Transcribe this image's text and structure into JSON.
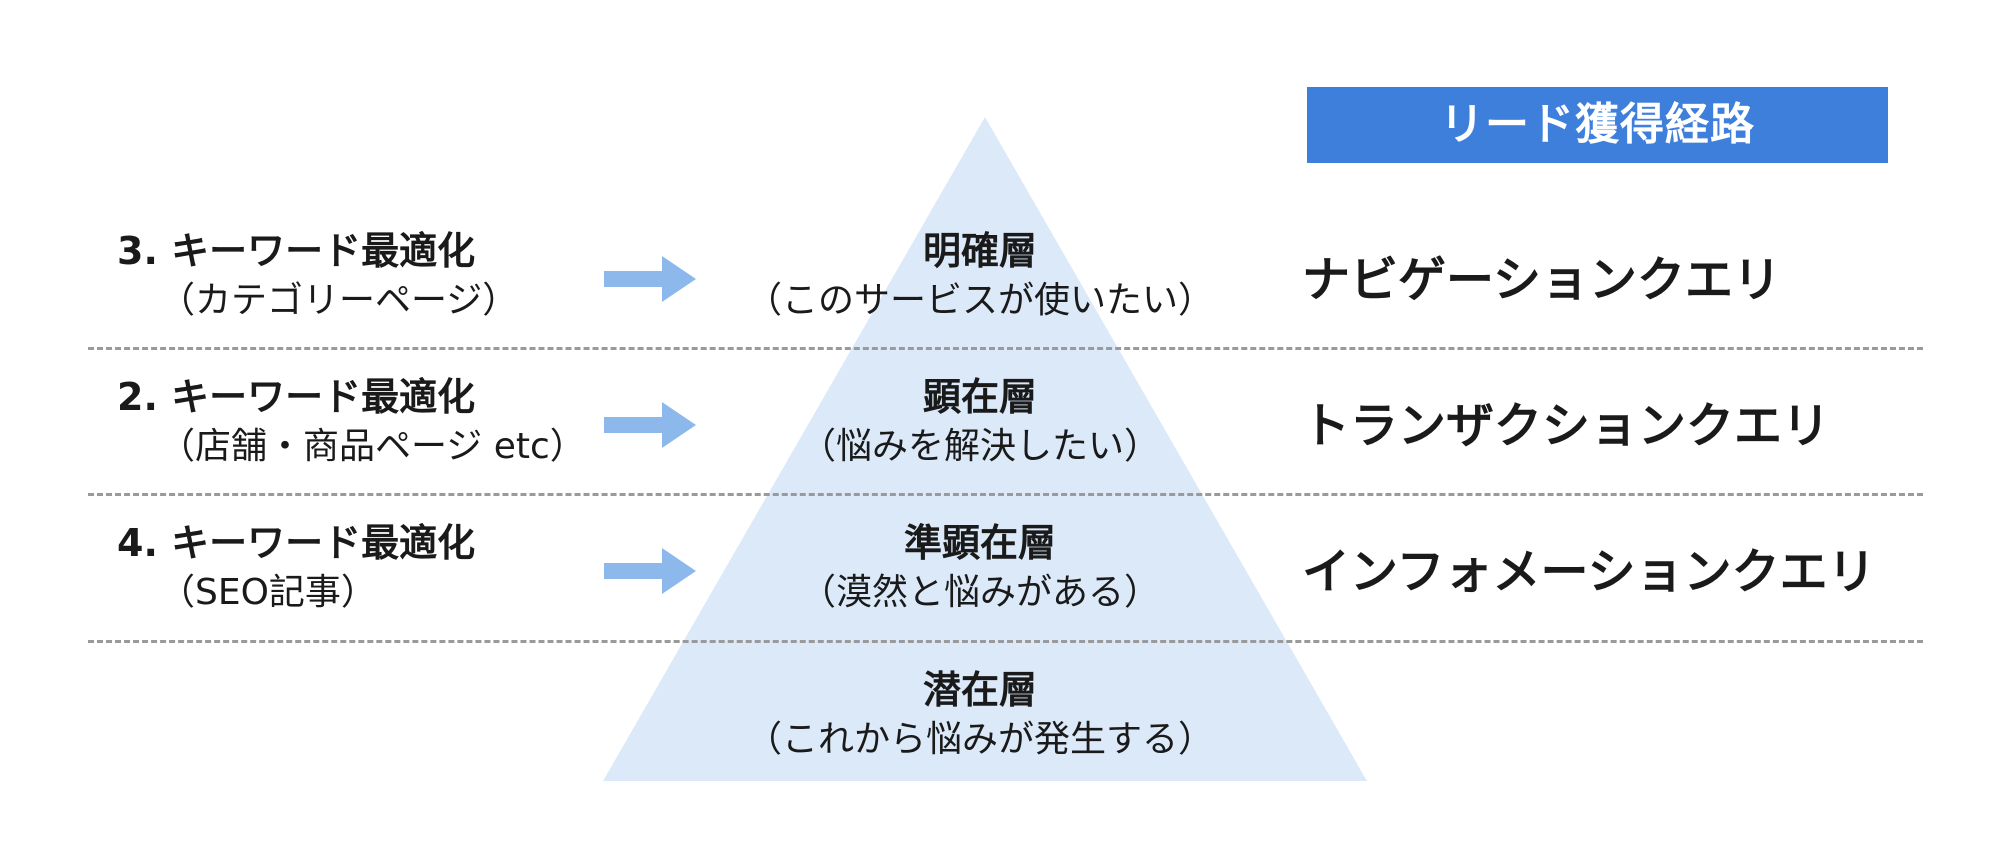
{
  "colors": {
    "badge": "#3f7fdc",
    "pyramid": "#dbe9f9",
    "arrow": "#8db8ec",
    "divider": "#9a9a9a"
  },
  "header": {
    "badge_label": "リード獲得経路"
  },
  "rows": [
    {
      "left_title": "3. キーワード最適化",
      "left_sub": "（カテゴリーページ）",
      "layer_title": "明確層",
      "layer_sub": "（このサービスが使いたい）",
      "query": "ナビゲーションクエリ"
    },
    {
      "left_title": "2. キーワード最適化",
      "left_sub": "（店舗・商品ページ etc）",
      "layer_title": "顕在層",
      "layer_sub": "（悩みを解決したい）",
      "query": "トランザクションクエリ"
    },
    {
      "left_title": "4. キーワード最適化",
      "left_sub": "（SEO記事）",
      "layer_title": "準顕在層",
      "layer_sub": "（漠然と悩みがある）",
      "query": "インフォメーションクエリ"
    },
    {
      "layer_title": "潜在層",
      "layer_sub": "（これから悩みが発生する）"
    }
  ],
  "icons": {
    "arrow": "right-arrow-icon"
  }
}
